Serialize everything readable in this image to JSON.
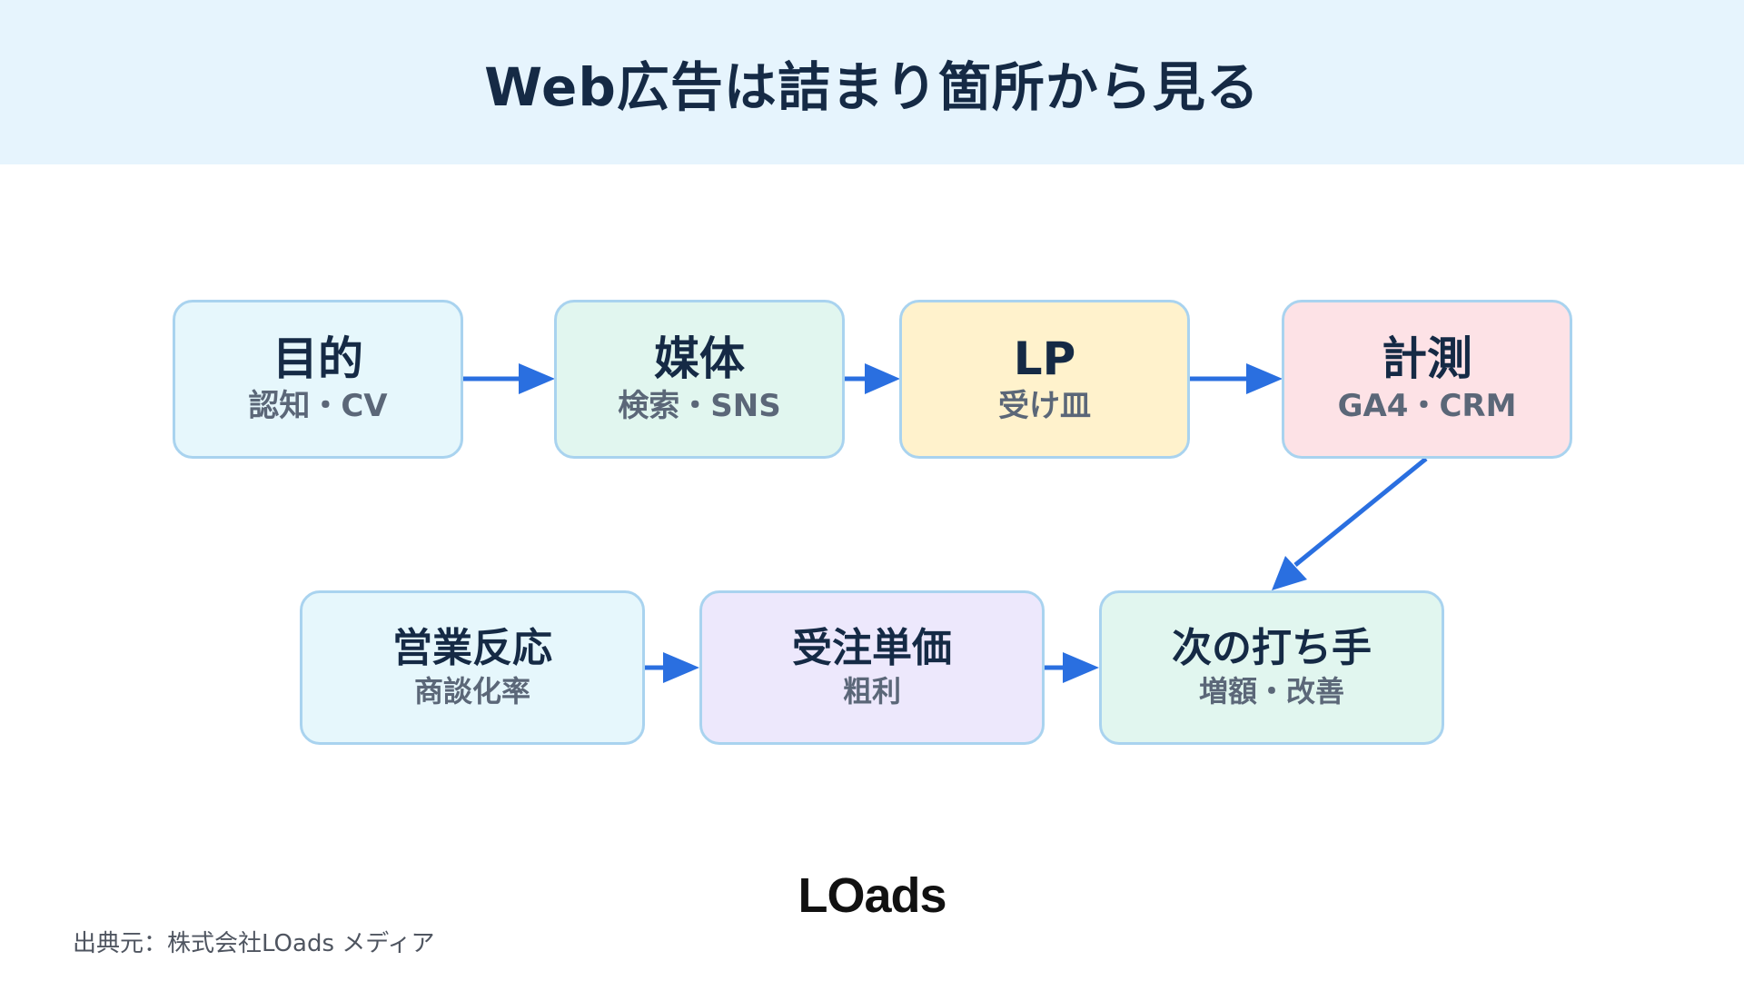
{
  "header": {
    "title": "Web広告は詰まり箇所から見る"
  },
  "colors": {
    "header_bg": "#e6f4fd",
    "arrow": "#2a6fe0",
    "node_border": "#a9d3ef",
    "title_text": "#152a45",
    "sub_text": "#5b6778"
  },
  "nodes": [
    {
      "title": "目的",
      "sub": "認知・CV",
      "fill": "#e6f7fc"
    },
    {
      "title": "媒体",
      "sub": "検索・SNS",
      "fill": "#e1f6ef"
    },
    {
      "title": "LP",
      "sub": "受け皿",
      "fill": "#fff2cc"
    },
    {
      "title": "計測",
      "sub": "GA4・CRM",
      "fill": "#fde2e6"
    },
    {
      "title": "営業反応",
      "sub": "商談化率",
      "fill": "#e6f7fc"
    },
    {
      "title": "受注単価",
      "sub": "粗利",
      "fill": "#ede8fc"
    },
    {
      "title": "次の打ち手",
      "sub": "増額・改善",
      "fill": "#e1f6ef"
    }
  ],
  "logo": {
    "text": "LOads"
  },
  "source": {
    "text": "出典元：株式会社LOads メディア"
  }
}
